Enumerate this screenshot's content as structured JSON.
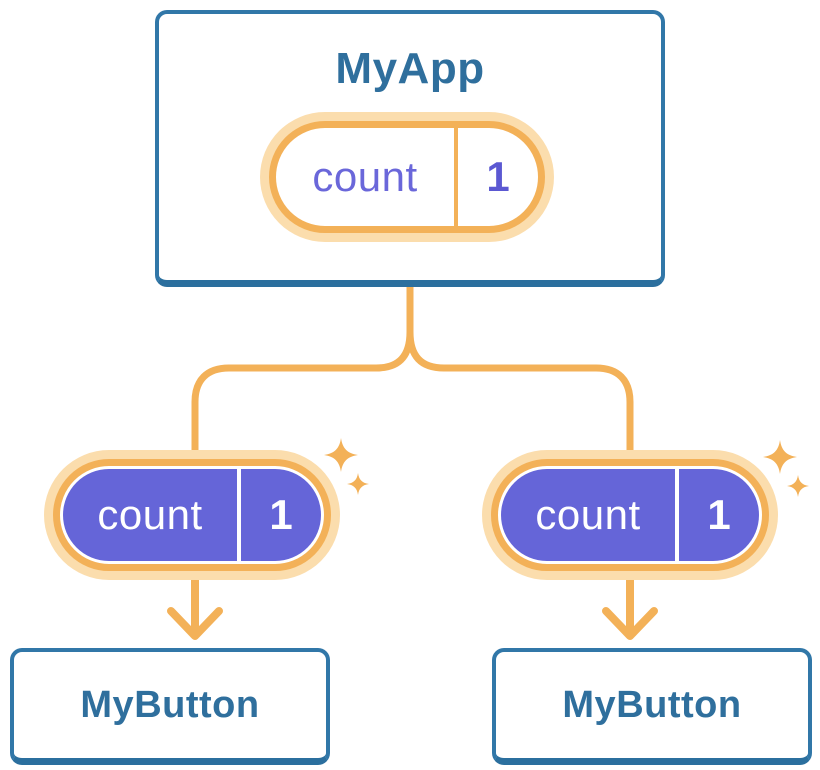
{
  "colors": {
    "orange": "#F3B158",
    "peach": "#FBDDAD",
    "purple": "#6565D8",
    "indigo_text": "#6A67DA",
    "indigo_value": "#5B58D2",
    "blue_border": "#3177A8",
    "blue_border_bottom": "#2B6F9E",
    "blue_text": "#2F6F9D",
    "white": "#FFFFFF"
  },
  "tree": {
    "root": {
      "title": "MyApp",
      "state": {
        "name": "count",
        "value": "1"
      }
    },
    "children": [
      {
        "component": "MyButton",
        "state": {
          "name": "count",
          "value": "1"
        }
      },
      {
        "component": "MyButton",
        "state": {
          "name": "count",
          "value": "1"
        }
      }
    ]
  },
  "icons": {
    "sparkle": "sparkle-icon",
    "arrow": "arrow-down-icon",
    "connector": "tree-connector"
  }
}
